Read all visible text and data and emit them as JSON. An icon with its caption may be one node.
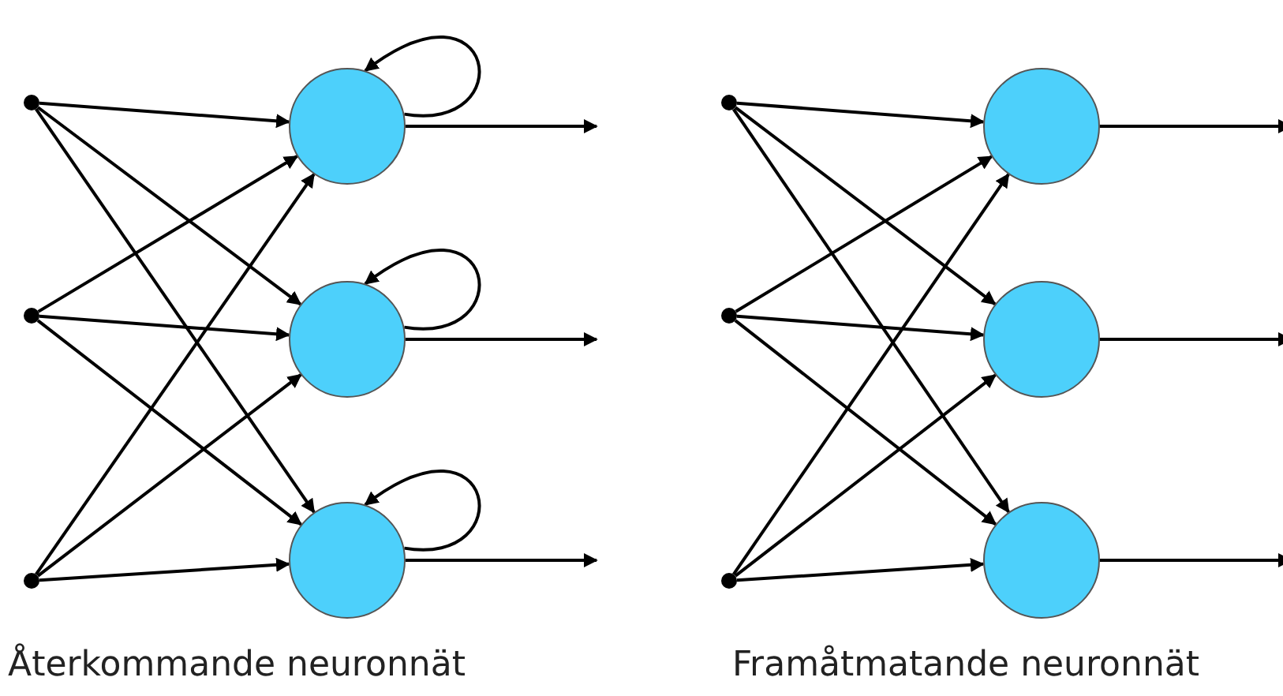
{
  "diagram": {
    "nodes": [
      {
        "text": [],
        "shape": "circle"
      },
      {
        "text": [],
        "shape": "circle"
      },
      {
        "text": [],
        "shape": "circle"
      },
      {
        "text": [],
        "shape": "circle"
      },
      {
        "text": [],
        "shape": "circle"
      },
      {
        "text": [],
        "shape": "circle"
      },
      {
        "text": [],
        "shape": "circle"
      },
      {
        "text": [],
        "shape": "circle"
      },
      {
        "text": [],
        "shape": "circle"
      },
      {
        "text": [],
        "shape": "circle"
      },
      {
        "text": [],
        "shape": "circle"
      },
      {
        "text": [],
        "shape": "circle"
      }
    ],
    "edges": [
      {
        "from": 0,
        "to": 3,
        "arrow": "to"
      },
      {
        "from": 0,
        "to": 4,
        "arrow": "to"
      },
      {
        "from": 0,
        "to": 5,
        "arrow": "to"
      },
      {
        "from": 1,
        "to": 3,
        "arrow": "to"
      },
      {
        "from": 1,
        "to": 4,
        "arrow": "to"
      },
      {
        "from": 1,
        "to": 5,
        "arrow": "to"
      },
      {
        "from": 2,
        "to": 3,
        "arrow": "to"
      },
      {
        "from": 2,
        "to": 4,
        "arrow": "to"
      },
      {
        "from": 2,
        "to": 5,
        "arrow": "to"
      },
      {
        "from": 3,
        "to": 3,
        "arrow": "to"
      },
      {
        "from": 4,
        "to": 4,
        "arrow": "to"
      },
      {
        "from": 5,
        "to": 5,
        "arrow": "to"
      },
      {
        "from": 3,
        "to": null,
        "arrow": "to"
      },
      {
        "from": 4,
        "to": null,
        "arrow": "to"
      },
      {
        "from": 5,
        "to": null,
        "arrow": "to"
      },
      {
        "from": 6,
        "to": 9,
        "arrow": "to"
      },
      {
        "from": 6,
        "to": 10,
        "arrow": "to"
      },
      {
        "from": 6,
        "to": 11,
        "arrow": "to"
      },
      {
        "from": 7,
        "to": 9,
        "arrow": "to"
      },
      {
        "from": 7,
        "to": 10,
        "arrow": "to"
      },
      {
        "from": 7,
        "to": 11,
        "arrow": "to"
      },
      {
        "from": 8,
        "to": 9,
        "arrow": "to"
      },
      {
        "from": 8,
        "to": 10,
        "arrow": "to"
      },
      {
        "from": 8,
        "to": 11,
        "arrow": "to"
      },
      {
        "from": 9,
        "to": null,
        "arrow": "to"
      },
      {
        "from": 10,
        "to": null,
        "arrow": "to"
      },
      {
        "from": 11,
        "to": null,
        "arrow": "to"
      }
    ],
    "labels": [
      "Återkommande neuronnät",
      "Framåtmatande neuronnät"
    ]
  }
}
